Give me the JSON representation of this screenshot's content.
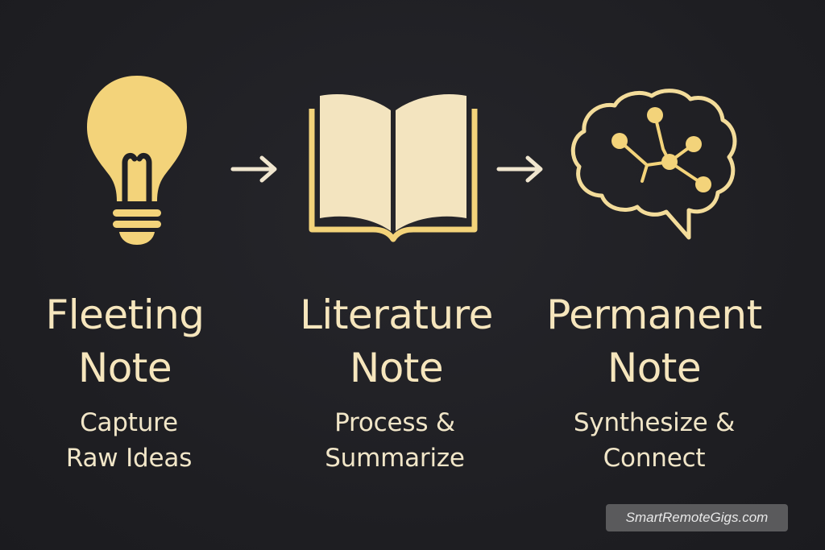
{
  "colors": {
    "background": "#1e1e22",
    "icon_fill": "#f3d37a",
    "book_page": "#f3e4bf",
    "brain_stroke": "#f3dc9a",
    "text": "#f6e6bd"
  },
  "stages": [
    {
      "icon": "lightbulb-icon",
      "title_line1": "Fleeting",
      "title_line2": "Note",
      "desc_line1": "Capture",
      "desc_line2": "Raw Ideas"
    },
    {
      "icon": "open-book-icon",
      "title_line1": "Literature",
      "title_line2": "Note",
      "desc_line1": "Process &",
      "desc_line2": "Summarize"
    },
    {
      "icon": "brain-network-icon",
      "title_line1": "Permanent",
      "title_line2": "Note",
      "desc_line1": "Synthesize &",
      "desc_line2": "Connect"
    }
  ],
  "connectors": [
    "arrow-right-icon",
    "arrow-right-icon"
  ],
  "watermark": "SmartRemoteGigs.com"
}
